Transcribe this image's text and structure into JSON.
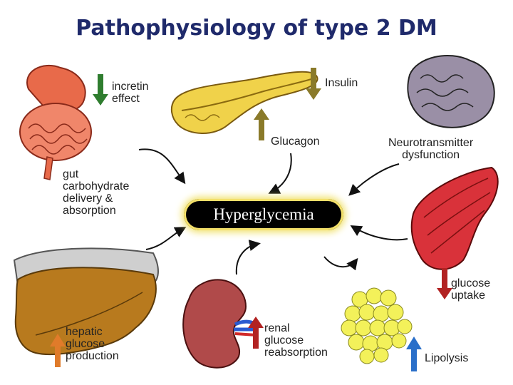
{
  "title": "Pathophysiology of type 2 DM",
  "center": "Hyperglycemia",
  "labels": {
    "incretin": "incretin\neffect",
    "insulin": "Insulin",
    "glucagon": "Glucagon",
    "neuro": "Neurotransmitter\ndysfunction",
    "gut": "gut\ncarbohydrate\ndelivery &\nabsorption",
    "glucose_uptake": "glucose\nuptake",
    "hepatic": "hepatic\nglucose\nproduction",
    "renal": "renal\nglucose\nreabsorption",
    "lipolysis": "Lipolysis"
  },
  "colors": {
    "title": "#1f2a6b",
    "arrow_down": "#2f7d2f",
    "arrow_up_orange": "#e07b2a",
    "arrow_up_red": "#b22222",
    "arrow_down_olive": "#8a7a2a",
    "arrow_up_blue": "#2a6fc9"
  },
  "icons": [
    "intestine-icon",
    "pancreas-icon",
    "brain-icon",
    "muscle-icon",
    "liver-icon",
    "kidney-icon",
    "fat-cells-icon"
  ]
}
